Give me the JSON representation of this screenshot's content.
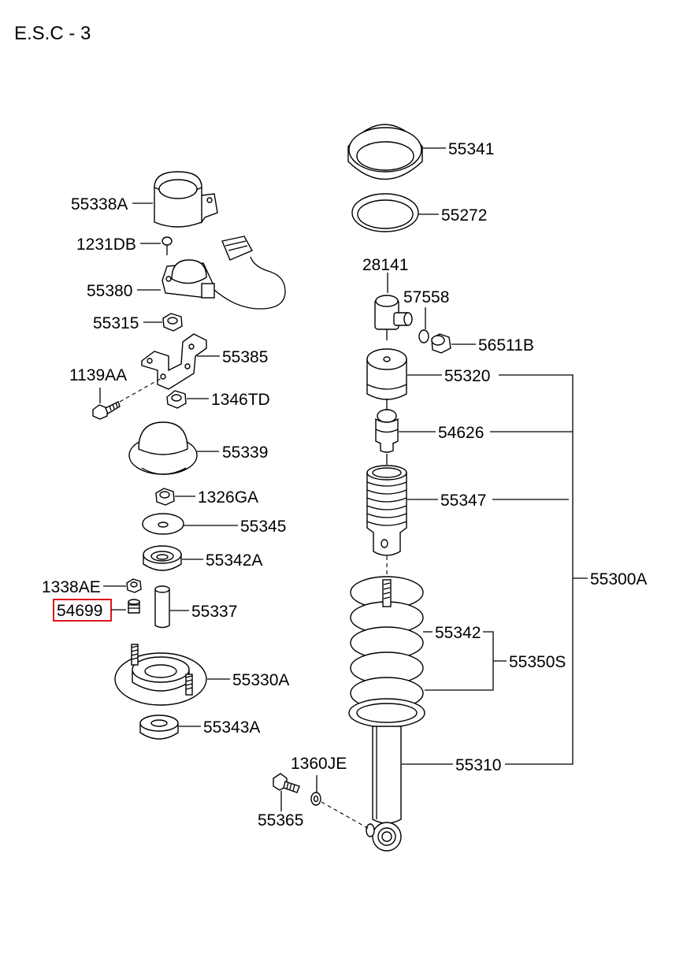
{
  "page": {
    "title": "E.S.C - 3"
  },
  "highlight": {
    "part_number": "54699",
    "color": "#e0141e"
  },
  "labels": {
    "p55341": "55341",
    "p55272": "55272",
    "p55338A": "55338A",
    "p1231DB": "1231DB",
    "p55380": "55380",
    "p28141": "28141",
    "p57558": "57558",
    "p56511B": "56511B",
    "p55315": "55315",
    "p55385": "55385",
    "p1139AA": "1139AA",
    "p55320": "55320",
    "p1346TD": "1346TD",
    "p54626": "54626",
    "p55339": "55339",
    "p1326GA": "1326GA",
    "p55347": "55347",
    "p55345": "55345",
    "p55342A": "55342A",
    "p55300A": "55300A",
    "p1338AE": "1338AE",
    "p54699": "54699",
    "p55337": "55337",
    "p55342": "55342",
    "p55350S": "55350S",
    "p55330A": "55330A",
    "p55343A": "55343A",
    "p1360JE": "1360JE",
    "p55310": "55310",
    "p55365": "55365"
  }
}
